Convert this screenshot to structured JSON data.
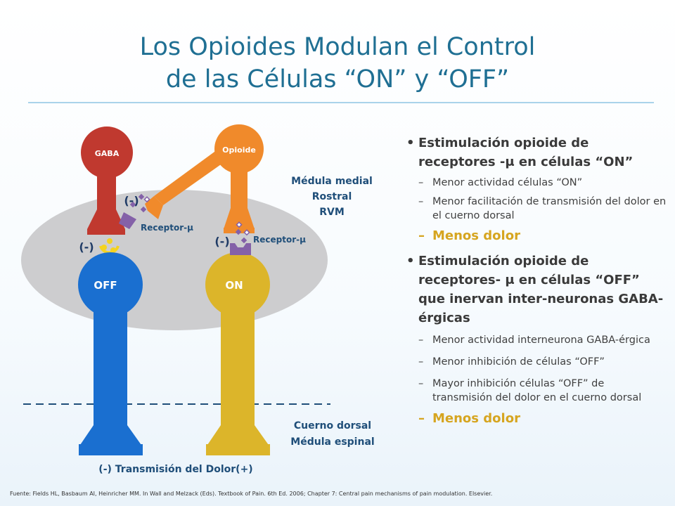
{
  "slide": {
    "title_line1": "Los Opioides Modulan el Control",
    "title_line2": "de las Células “ON” y “OFF”"
  },
  "diagram": {
    "region_rvm": [
      "Médula medial",
      "Rostral",
      "RVM"
    ],
    "region_dorsal": [
      "Cuerno dorsal",
      "Médula espinal"
    ],
    "gaba_label": "GABA",
    "opioid_label": "Opioide",
    "off_label": "OFF",
    "on_label": "ON",
    "receptor_label_1": "Receptor-μ",
    "receptor_label_2": "Receptor-μ",
    "inhibit_gaba": "(-)",
    "inhibit_off": "(-)",
    "inhibit_on": "(-)",
    "pain_transmission": "(-) Transmisión del Dolor(+)",
    "colors": {
      "gaba": "#c0392f",
      "opioid": "#f08a2b",
      "off": "#1a6fd0",
      "on": "#dcb52a",
      "receptor": "#8461a8",
      "ellipse": "#cdcdcf",
      "label": "#1f4e79"
    }
  },
  "bullets": {
    "b1_main": "Estimulación opioide de receptores -μ en células “ON”",
    "b1_sub1": "Menor actividad células “ON”",
    "b1_sub2": "Menor facilitación de transmisión del dolor en el cuerno dorsal",
    "b1_highlight": "Menos dolor",
    "b2_main": "Estimulación opioide de receptores- μ en células “OFF” que inervan inter-neuronas GABA-érgicas",
    "b2_sub1": "Menor actividad interneurona GABA-érgica",
    "b2_sub2": "Menor inhibición de células “OFF”",
    "b2_sub3": "Mayor inhibición células “OFF” de transmisión del dolor en el cuerno dorsal",
    "b2_highlight": "Menos dolor",
    "bullet_glyph": "•",
    "dash_glyph": "–"
  },
  "source": "Fuente: Fields HL, Basbaum AI, Heinricher MM. In Wall and Melzack (Eds). Textbook of Pain. 6th Ed. 2006; Chapter 7: Central pain mechanisms of pain modulation. Elsevier."
}
